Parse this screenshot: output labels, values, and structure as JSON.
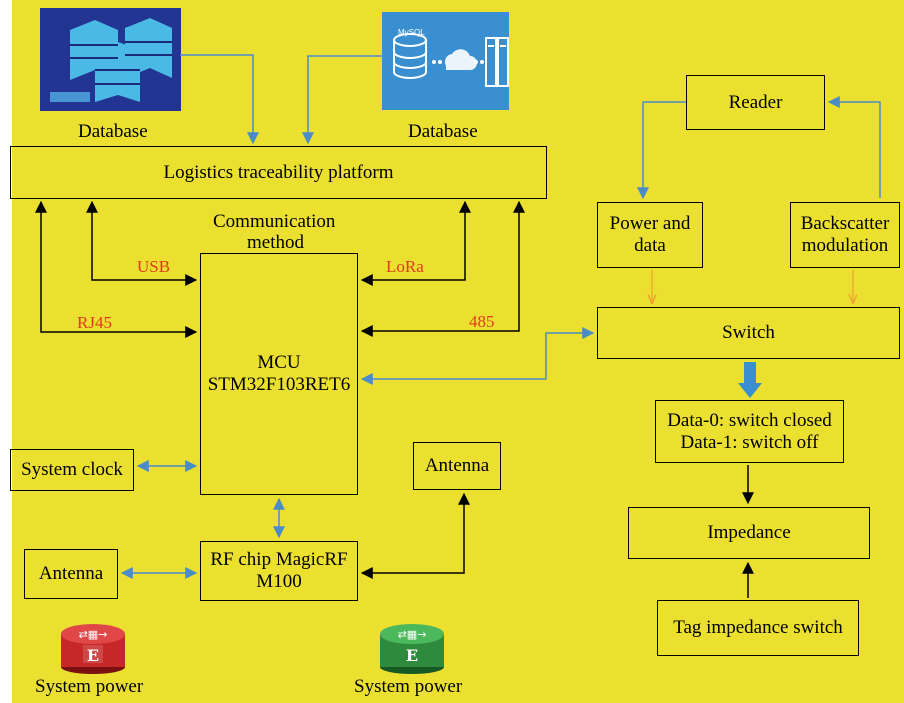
{
  "colors": {
    "background": "#ebe02f",
    "black_arrow": "#000000",
    "blue_arrow": "#4a8cc8",
    "orange_arrow": "#f0a030",
    "label_red": "#e03a1e",
    "power_red": "#c62828",
    "power_green": "#2e8b3e"
  },
  "nodes": {
    "database_left": "Database",
    "database_right": "Database",
    "platform": "Logistics traceability platform",
    "comm_line1": "Communication",
    "comm_line2": "method",
    "mcu_line1": "MCU",
    "mcu_line2": "STM32F103RET6",
    "system_clock": "System clock",
    "antenna_right": "Antenna",
    "antenna_left": "Antenna",
    "rf_line1": "RF chip MagicRF",
    "rf_line2": "M100",
    "system_power_red": "System power",
    "system_power_green": "System power",
    "reader": "Reader",
    "power_data_line1": "Power and",
    "power_data_line2": "data",
    "backscatter_line1": "Backscatter",
    "backscatter_line2": "modulation",
    "switch": "Switch",
    "data0": "Data-0: switch closed",
    "data1": "Data-1: switch off",
    "impedance": "Impedance",
    "tag_switch": "Tag impedance switch"
  },
  "interfaces": {
    "usb": "USB",
    "lora": "LoRa",
    "rj45": "RJ45",
    "rs485": "485"
  },
  "icons": {
    "database_left_image": "server-cluster-icon",
    "database_right_image": "mysql-cloud-server-icon",
    "power_red_image": "red-power-module-icon",
    "power_green_image": "green-power-module-icon",
    "power_mark": "E"
  }
}
